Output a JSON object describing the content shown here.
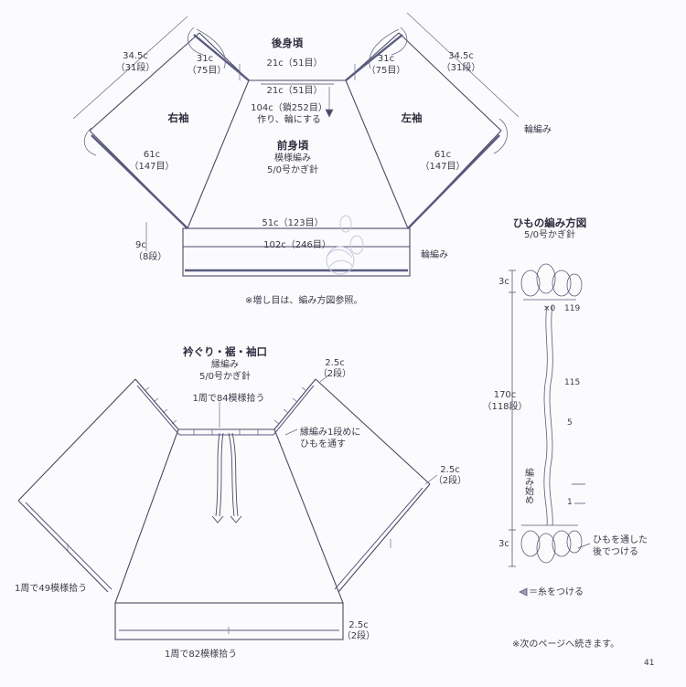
{
  "top": {
    "back": "後身頃",
    "back_top": "21c（51目）",
    "back_bottom": "21c（51目）",
    "chain": "104c（鎖252目）",
    "make_ring": "作り、輪にする",
    "front": "前身頃",
    "front_pattern": "模様編み",
    "front_hook": "5/0号かぎ針",
    "front_width": "51c（123目）",
    "hem_width": "102c（246目）",
    "hem_height": "9c",
    "hem_rows": "（8段）",
    "left_sleeve": "左袖",
    "right_sleeve": "右袖",
    "r_slv_len": "34.5c",
    "r_slv_rows": "（31段）",
    "r_slv_top": "31c",
    "r_slv_top_sts": "（75目）",
    "r_slv_bot": "61c",
    "r_slv_bot_sts": "（147目）",
    "l_slv_len": "34.5c",
    "l_slv_rows": "（31段）",
    "l_slv_top": "31c",
    "l_slv_top_sts": "（75目）",
    "l_slv_bot": "61c",
    "l_slv_bot_sts": "（147目）",
    "ring1": "輪編み",
    "ring2": "輪編み",
    "note": "※増し目は、編み方図参照。"
  },
  "bottom": {
    "title": "衿ぐり・裾・袖口",
    "pattern": "縁編み",
    "hook": "5/0号かぎ針",
    "collar_h": "2.5c",
    "collar_rows": "（2段）",
    "collar_pick": "1周で84模様拾う",
    "cord_note1": "縁編み1段めに",
    "cord_note2": "ひもを通す",
    "cuff_h": "2.5c",
    "cuff_rows": "（2段）",
    "cuff_pick": "1周で49模様拾う",
    "hem_h": "2.5c",
    "hem_rows": "（2段）",
    "hem_pick": "1周で82模様拾う"
  },
  "cord": {
    "title": "ひもの編み方図",
    "hook": "5/0号かぎ針",
    "top_len": "3c",
    "len": "170c",
    "len_rows": "（118段）",
    "bot_len": "3c",
    "n119": "119",
    "n115": "115",
    "n5": "5",
    "n1": "1",
    "x0": "×0",
    "start": "編み始め",
    "attach1": "ひもを通した",
    "attach2": "後でつける",
    "legend": "＝糸をつける"
  },
  "footer": {
    "cont": "※次のページへ続きます。",
    "page": "41"
  },
  "colors": {
    "ink": "#3a3a4a",
    "line": "#4a4a66",
    "accent": "#c8c8e0"
  }
}
